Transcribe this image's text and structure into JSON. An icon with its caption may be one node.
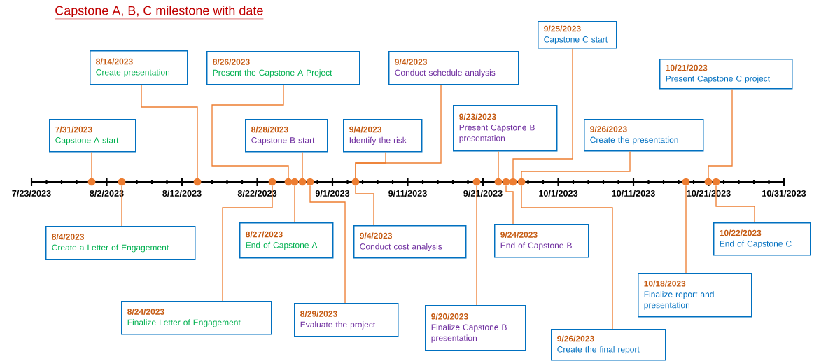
{
  "diagram": {
    "title": "Capstone A, B, C milestone with date",
    "nodes": [
      {
        "text": [
          "7/31/2023",
          "Capstone A start"
        ]
      },
      {
        "text": [
          "8/14/2023",
          "Create presentation"
        ]
      },
      {
        "text": [
          "8/26/2023",
          "Present the Capstone A Project"
        ]
      },
      {
        "text": [
          "8/28/2023",
          "Capstone B start"
        ]
      },
      {
        "text": [
          "9/4/2023",
          "Identify the risk"
        ]
      },
      {
        "text": [
          "9/4/2023",
          "Conduct schedule analysis"
        ]
      },
      {
        "text": [
          "9/23/2023",
          "Present Capstone B presentation"
        ]
      },
      {
        "text": [
          "9/25/2023",
          "Capstone C start"
        ]
      },
      {
        "text": [
          "9/26/2023",
          "Create the presentation"
        ]
      },
      {
        "text": [
          "10/21/2023",
          "Present Capstone C project"
        ]
      },
      {
        "text": [
          "8/4/2023",
          "Create a Letter of Engagement"
        ]
      },
      {
        "text": [
          "8/27/2023",
          "End of Capstone A"
        ]
      },
      {
        "text": [
          "8/24/2023",
          "Finalize Letter of Engagement"
        ]
      },
      {
        "text": [
          "8/29/2023",
          "Evaluate the project"
        ]
      },
      {
        "text": [
          "9/4/2023",
          "Conduct cost analysis"
        ]
      },
      {
        "text": [
          "9/20/2023",
          "Finalize Capstone B presentation"
        ]
      },
      {
        "text": [
          "9/24/2023",
          "End of Capstone B"
        ]
      },
      {
        "text": [
          "9/26/2023",
          "Create the final report"
        ]
      },
      {
        "text": [
          "10/18/2023",
          "Finalize report and presentation"
        ]
      },
      {
        "text": [
          "10/22/2023",
          "End of Capstone C"
        ]
      },
      {
        "text": [],
        "shape": "circle"
      },
      {
        "text": [],
        "shape": "circle"
      },
      {
        "text": [],
        "shape": "circle"
      },
      {
        "text": [],
        "shape": "circle"
      },
      {
        "text": [],
        "shape": "circle"
      },
      {
        "text": [],
        "shape": "circle"
      },
      {
        "text": [],
        "shape": "circle"
      },
      {
        "text": [],
        "shape": "circle"
      },
      {
        "text": [],
        "shape": "circle"
      },
      {
        "text": [],
        "shape": "circle"
      },
      {
        "text": [],
        "shape": "circle"
      },
      {
        "text": [],
        "shape": "circle"
      },
      {
        "text": [],
        "shape": "circle"
      },
      {
        "text": [],
        "shape": "circle"
      },
      {
        "text": [],
        "shape": "circle"
      },
      {
        "text": [],
        "shape": "circle"
      },
      {
        "text": [],
        "shape": "circle"
      }
    ],
    "edges": [
      {
        "from": 0,
        "to": 20,
        "arrow": "none"
      },
      {
        "from": 1,
        "to": 22,
        "arrow": "none"
      },
      {
        "from": 2,
        "to": 24,
        "arrow": "none"
      },
      {
        "from": 3,
        "to": 26,
        "arrow": "none"
      },
      {
        "from": 4,
        "to": 28,
        "arrow": "none"
      },
      {
        "from": 5,
        "to": 28,
        "arrow": "none"
      },
      {
        "from": 6,
        "to": 30,
        "arrow": "none"
      },
      {
        "from": 7,
        "to": 32,
        "arrow": "none"
      },
      {
        "from": 8,
        "to": 33,
        "arrow": "none"
      },
      {
        "from": 9,
        "to": 35,
        "arrow": "none"
      },
      {
        "from": 10,
        "to": 21,
        "arrow": "none"
      },
      {
        "from": 11,
        "to": 25,
        "arrow": "none"
      },
      {
        "from": 12,
        "to": 23,
        "arrow": "none"
      },
      {
        "from": 13,
        "to": 27,
        "arrow": "none"
      },
      {
        "from": 14,
        "to": 28,
        "arrow": "none"
      },
      {
        "from": 15,
        "to": 29,
        "arrow": "none"
      },
      {
        "from": 16,
        "to": 31,
        "arrow": "none"
      },
      {
        "from": 17,
        "to": 33,
        "arrow": "none"
      },
      {
        "from": 18,
        "to": 34,
        "arrow": "none"
      },
      {
        "from": 19,
        "to": 36,
        "arrow": "none"
      }
    ],
    "labels": [
      "7/23/2023",
      "8/2/2023",
      "8/12/2023",
      "8/22/2023",
      "9/1/2023",
      "9/11/2023",
      "9/21/2023",
      "10/1/2023",
      "10/11/2023",
      "10/21/2023",
      "10/31/2023"
    ]
  }
}
